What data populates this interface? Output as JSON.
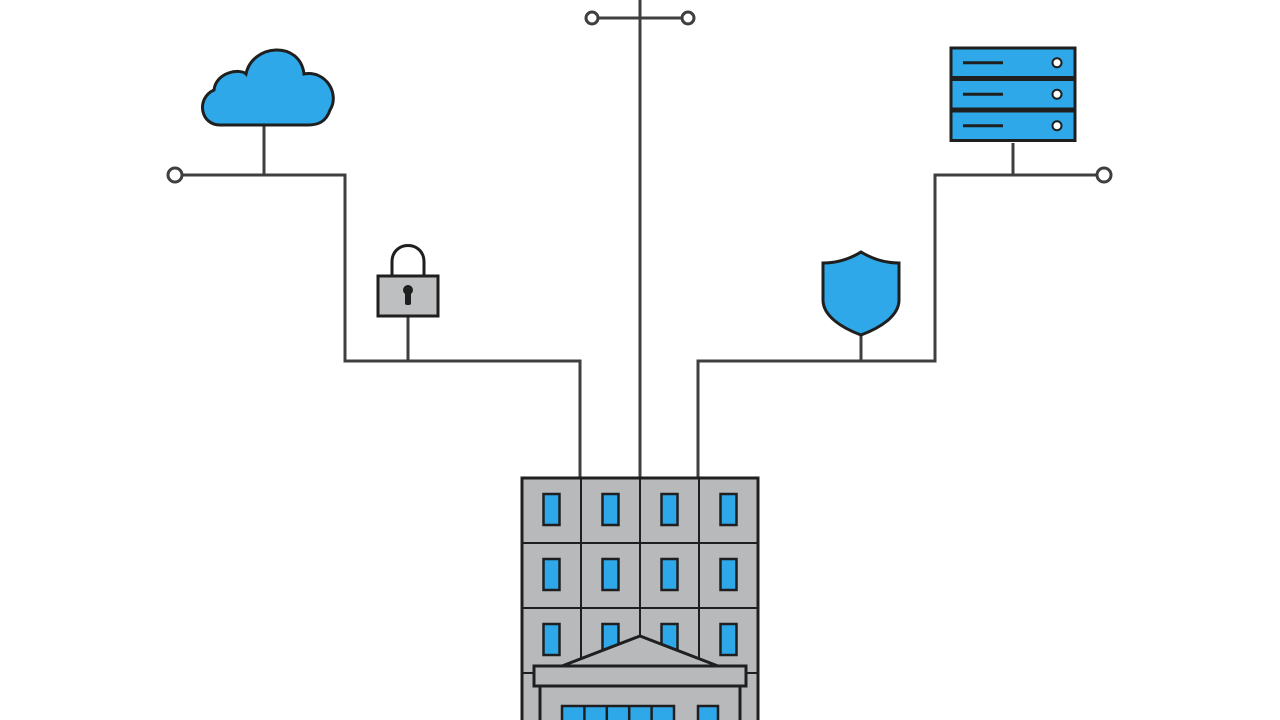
{
  "colors": {
    "background": "#ffffff",
    "line": "#3f3f3f",
    "outline": "#1f1f1f",
    "accent_blue": "#2ea8e8",
    "building_gray": "#b7b9bb",
    "lock_gray": "#bdbfc1",
    "node_fill": "#ffffff"
  },
  "icons": {
    "cloud": "cloud-icon",
    "padlock": "padlock-icon",
    "shield": "shield-icon",
    "server": "server-rack-icon",
    "building": "office-building-icon",
    "antenna": "antenna-mast-icon"
  },
  "building": {
    "columns": 4,
    "window_rows": 3,
    "entrance_panes": 5
  },
  "server": {
    "units": 3
  },
  "connections": [
    "cloud-to-building",
    "padlock-to-building",
    "antenna-to-building",
    "shield-to-building",
    "server-to-building"
  ]
}
